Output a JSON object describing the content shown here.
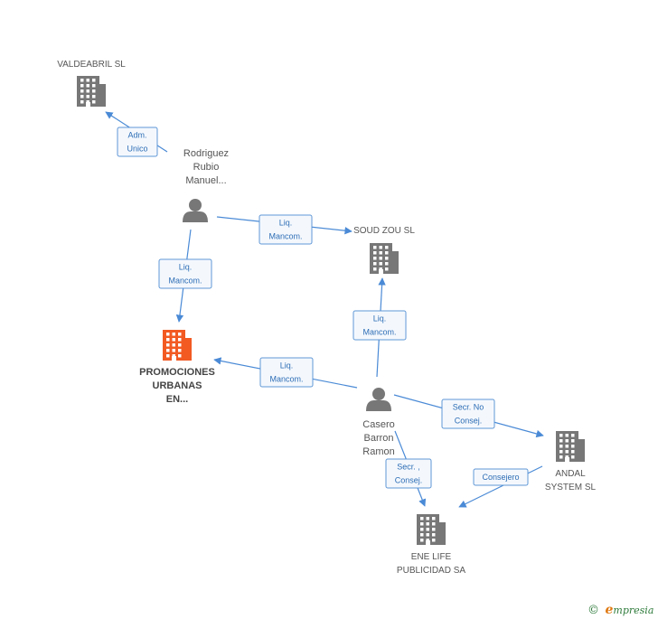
{
  "colors": {
    "edge": "#4a8ad6",
    "building": "#777777",
    "main_building": "#f25a22",
    "person": "#777777"
  },
  "companies": [
    {
      "id": "valdeabril",
      "lines": [
        "VALDEABRIL SL"
      ],
      "main": false
    },
    {
      "id": "soudzou",
      "lines": [
        "SOUD ZOU SL"
      ],
      "main": false
    },
    {
      "id": "promociones",
      "lines": [
        "PROMOCIONES",
        "URBANAS",
        "EN..."
      ],
      "main": true
    },
    {
      "id": "andal",
      "lines": [
        "ANDAL",
        "SYSTEM SL"
      ],
      "main": false
    },
    {
      "id": "enelife",
      "lines": [
        "ENE LIFE",
        "PUBLICIDAD SA"
      ],
      "main": false
    }
  ],
  "people": [
    {
      "id": "rodriguez",
      "lines": [
        "Rodriguez",
        "Rubio",
        "Manuel..."
      ]
    },
    {
      "id": "casero",
      "lines": [
        "Casero",
        "Barron",
        "Ramon"
      ]
    }
  ],
  "edges": [
    {
      "from": "rodriguez",
      "to": "valdeabril",
      "label": [
        "Adm.",
        "Unico"
      ]
    },
    {
      "from": "rodriguez",
      "to": "soudzou",
      "label": [
        "Liq.",
        "Mancom."
      ]
    },
    {
      "from": "rodriguez",
      "to": "promociones",
      "label": [
        "Liq.",
        "Mancom."
      ]
    },
    {
      "from": "casero",
      "to": "soudzou",
      "label": [
        "Liq.",
        "Mancom."
      ]
    },
    {
      "from": "casero",
      "to": "promociones",
      "label": [
        "Liq.",
        "Mancom."
      ]
    },
    {
      "from": "casero",
      "to": "andal",
      "label": [
        "Secr.  No",
        "Consej."
      ]
    },
    {
      "from": "casero",
      "to": "enelife",
      "label": [
        "Secr. ,",
        "Consej."
      ]
    },
    {
      "from": "andal",
      "to": "enelife",
      "label": [
        "Consejero"
      ]
    }
  ],
  "watermark": {
    "symbol": "©",
    "initial": "e",
    "rest": "mpresia"
  }
}
